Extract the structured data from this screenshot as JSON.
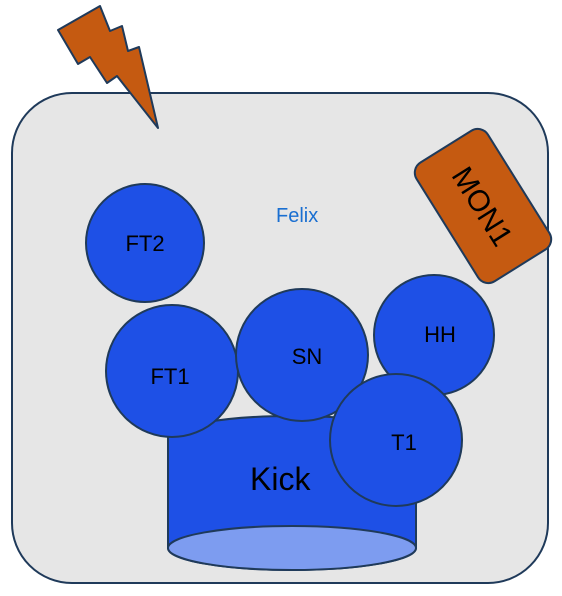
{
  "room": {
    "label": "Felix",
    "fill_color": "#e6e6e6",
    "border_color": "#1f3a5a",
    "label_color": "#1a6fd1"
  },
  "drum_color": "#1e50e6",
  "monitor_color": "#c55a11",
  "lightning_color": "#c55a11",
  "kick": {
    "label": "Kick"
  },
  "drums": [
    {
      "id": "ft2",
      "label": "FT2"
    },
    {
      "id": "ft1",
      "label": "FT1"
    },
    {
      "id": "sn",
      "label": "SN"
    },
    {
      "id": "hh",
      "label": "HH"
    },
    {
      "id": "t1",
      "label": "T1"
    }
  ],
  "monitor": {
    "label": "MON1"
  }
}
